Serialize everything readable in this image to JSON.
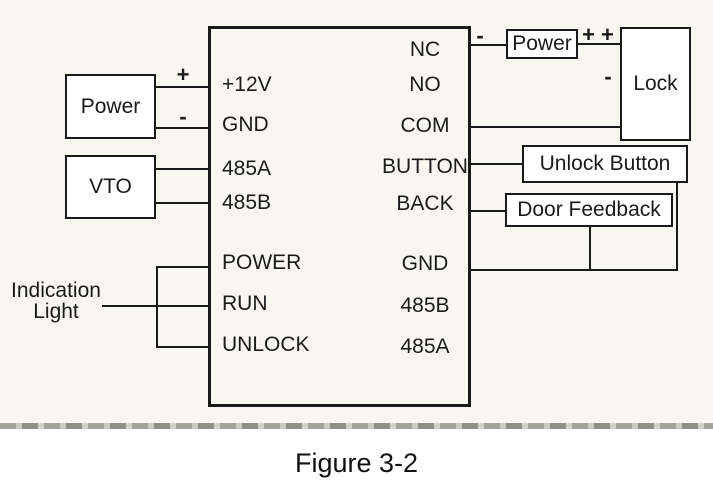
{
  "page": {
    "background_color": "#f8f6f0",
    "line_color": "#1a1a1a",
    "device_fill": "#ffffff",
    "tear_edge_color": "#a3a39c"
  },
  "caption": "Figure 3-2",
  "controller": {
    "left_terminals": [
      "+12V",
      "GND",
      "485A",
      "485B",
      "POWER",
      "RUN",
      "UNLOCK"
    ],
    "right_terminals": [
      "NC",
      "NO",
      "COM",
      "BUTTON",
      "BACK",
      "GND",
      "485B",
      "485A"
    ]
  },
  "devices": {
    "power_supply": "Power",
    "vto": "VTO",
    "lock_power_supply": "Power",
    "lock": "Lock",
    "unlock_button": "Unlock Button",
    "door_feedback": "Door Feedback",
    "indication_light_line1": "Indication",
    "indication_light_line2": "Light"
  },
  "polarity": {
    "power_plus": "+",
    "power_minus": "-",
    "nc_minus": "-",
    "lock_plus_plus": "+ +",
    "lock_minus": "-"
  }
}
